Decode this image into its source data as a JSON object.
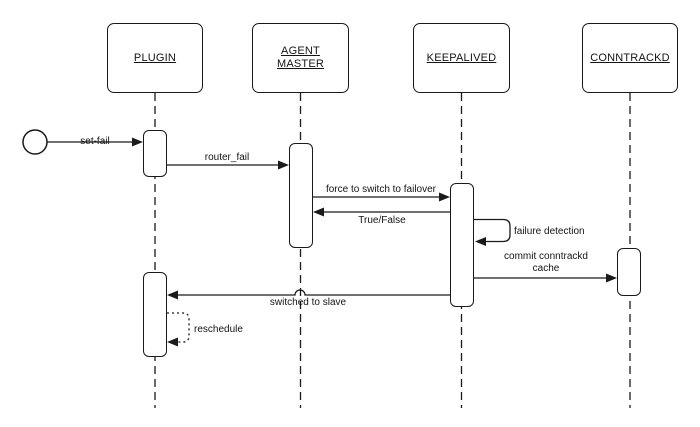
{
  "diagram": {
    "type": "uml-sequence-diagram",
    "colors": {
      "stroke": "#1a1a1a",
      "background": "#ffffff",
      "text": "#141414"
    },
    "participants": [
      {
        "id": "plugin",
        "lines": [
          "PLUGIN"
        ]
      },
      {
        "id": "agent-master",
        "lines": [
          "AGENT",
          "MASTER"
        ]
      },
      {
        "id": "keepalived",
        "lines": [
          "KEEPALIVED"
        ]
      },
      {
        "id": "conntrackd",
        "lines": [
          "CONNTRACKD"
        ]
      }
    ],
    "start_node": {
      "shape": "circle",
      "name": "initial-node"
    },
    "messages": [
      {
        "label": "set-fail",
        "from": "start",
        "to": "PLUGIN",
        "kind": "solid-arrow"
      },
      {
        "label": "router_fail",
        "from": "PLUGIN",
        "to": "AGENT MASTER",
        "kind": "solid-arrow"
      },
      {
        "label": "force to switch to failover",
        "from": "AGENT MASTER",
        "to": "KEEPALIVED",
        "kind": "solid-arrow"
      },
      {
        "label": "True/False",
        "from": "KEEPALIVED",
        "to": "AGENT MASTER",
        "kind": "solid-arrow"
      },
      {
        "label": "failure detection",
        "from": "KEEPALIVED",
        "to": "KEEPALIVED",
        "kind": "self-message-solid"
      },
      {
        "label": "commit conntrackd cache",
        "from": "KEEPALIVED",
        "to": "CONNTRACKD",
        "kind": "solid-arrow"
      },
      {
        "label": "switched to slave",
        "from": "KEEPALIVED",
        "to": "PLUGIN",
        "kind": "solid-arrow-with-hop"
      },
      {
        "label": "reschedule",
        "from": "PLUGIN",
        "to": "PLUGIN",
        "kind": "self-message-dotted"
      }
    ]
  }
}
